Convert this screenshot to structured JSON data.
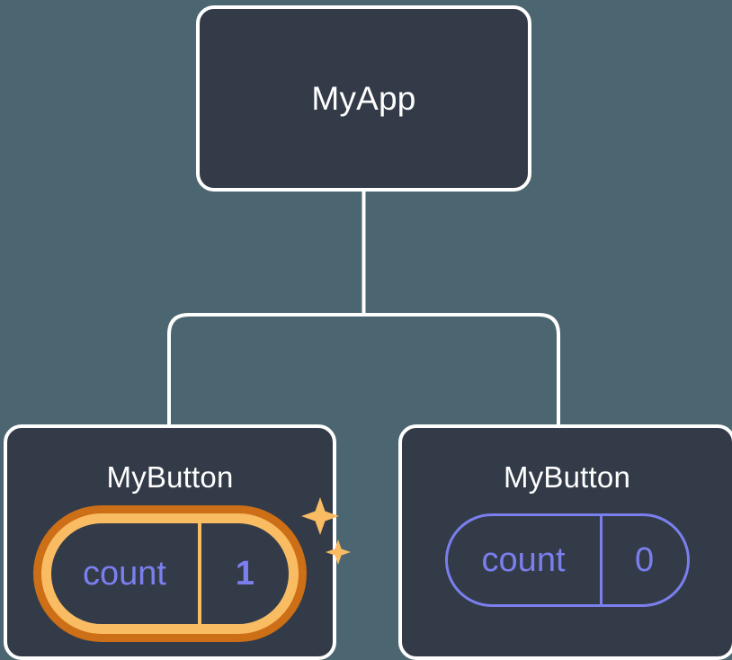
{
  "diagram": {
    "type": "component-tree",
    "background_color": "#4b6670",
    "node_fill_color": "#333b49",
    "node_border_color": "#ffffff",
    "connector_color": "#ffffff",
    "state_text_color": "#7b7fee",
    "highlight_inner_color": "#f9bc63",
    "highlight_outer_color": "#cd6f16",
    "sparkle_color": "#f9bc63"
  },
  "root": {
    "title": "MyApp"
  },
  "children": [
    {
      "title": "MyButton",
      "state": {
        "key": "count",
        "value": "1"
      },
      "highlighted": true,
      "sparkles": true
    },
    {
      "title": "MyButton",
      "state": {
        "key": "count",
        "value": "0"
      },
      "highlighted": false,
      "sparkles": false
    }
  ]
}
